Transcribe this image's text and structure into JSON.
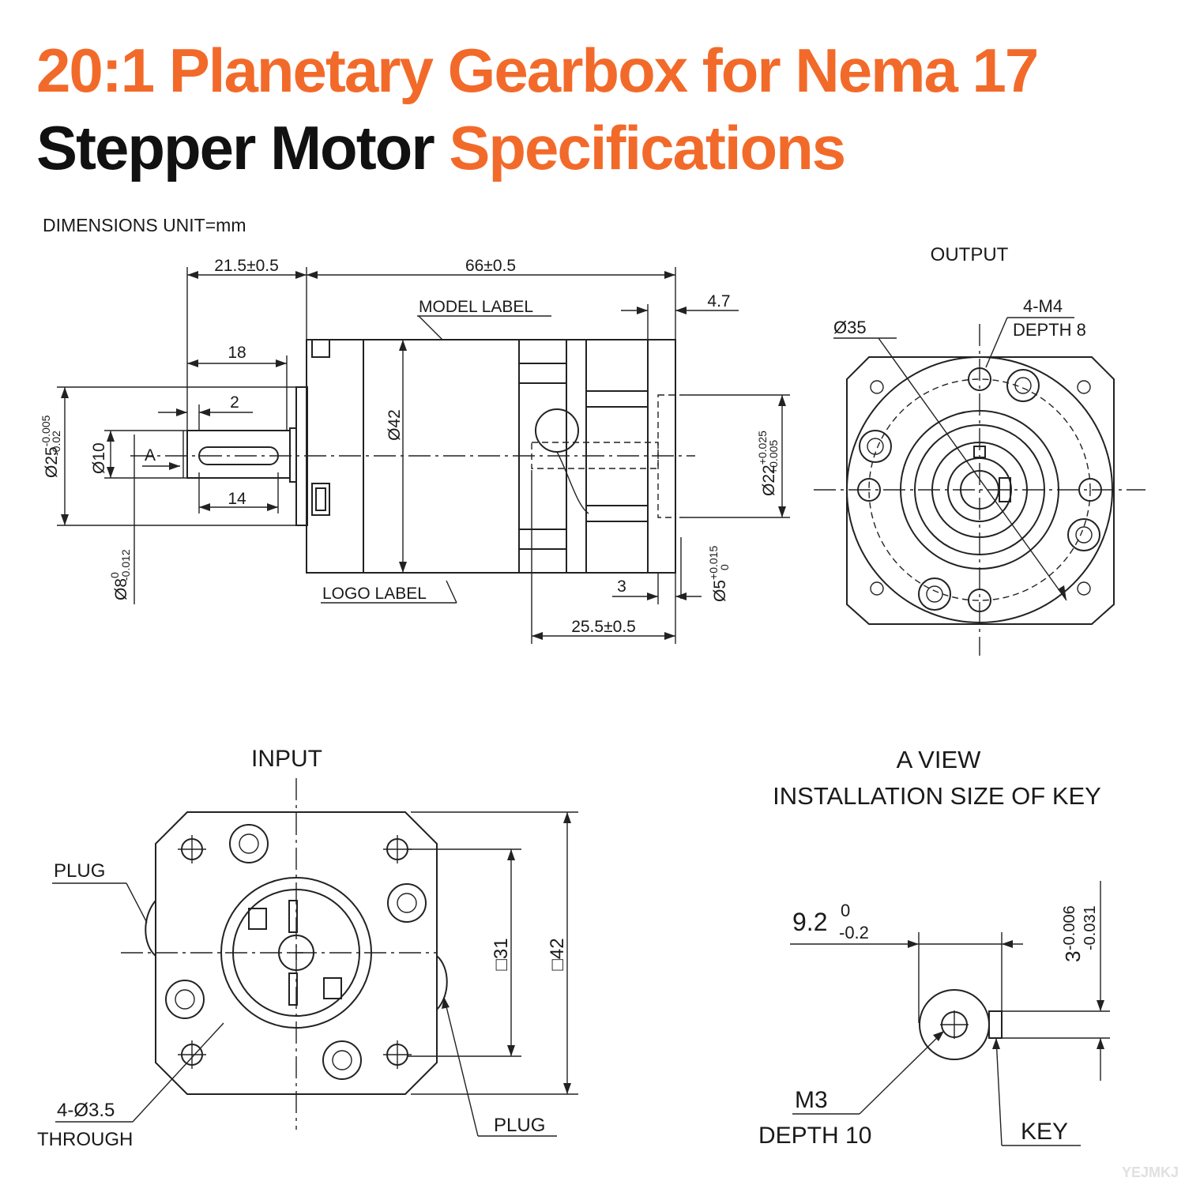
{
  "title": {
    "line1": "20:1 Planetary Gearbox for Nema 17",
    "line2_black": "Stepper Motor",
    "line2_orange": "Specifications"
  },
  "colors": {
    "accent": "#f26a2a",
    "ink": "#111111"
  },
  "units_note": "DIMENSIONS UNIT=mm",
  "side_view": {
    "dims": {
      "len_input": "21.5±0.5",
      "len_body": "66±0.5",
      "flange": "4.7",
      "shaft_18": "18",
      "key_offset": "2",
      "key_len": "14",
      "dia_boss": "Ø25",
      "dia_boss_tol_up": "-0.005",
      "dia_boss_tol_lo": "-0.02",
      "dia_shaft10": "Ø10",
      "dia_body": "Ø42",
      "dia_pilot": "Ø22",
      "dia_pilot_tol_up": "+0.025",
      "dia_pilot_tol_lo": "+0.005",
      "dia_shaft8": "Ø8",
      "dia_shaft8_tol_up": "0",
      "dia_shaft8_tol_lo": "-0.012",
      "dia_bore5": "Ø5",
      "dia_bore5_tol_up": "+0.015",
      "dia_bore5_tol_lo": "0",
      "len_3": "3",
      "len_input_side": "25.5±0.5",
      "view_a": "A"
    },
    "labels": {
      "model": "MODEL LABEL",
      "logo": "LOGO LABEL"
    }
  },
  "output_view": {
    "heading": "OUTPUT",
    "dia_pcd": "Ø35",
    "holes_line1": "4-M4",
    "holes_line2": "DEPTH 8"
  },
  "input_view": {
    "heading": "INPUT",
    "plug_left": "PLUG",
    "plug_right": "PLUG",
    "holes_line1": "4-Ø3.5",
    "holes_line2": "THROUGH",
    "sq31": "□31",
    "sq42": "□42"
  },
  "a_view": {
    "heading1": "A VIEW",
    "heading2": "INSTALLATION SIZE OF KEY",
    "dim_main": "9.2",
    "dim_tol_up": "0",
    "dim_tol_lo": "-0.2",
    "key_dim": "3",
    "key_tol_up": "-0.006",
    "key_tol_lo": "-0.031",
    "screw_line1": "M3",
    "screw_line2": "DEPTH 10",
    "key_label": "KEY"
  },
  "watermark": "YEJMKJ"
}
